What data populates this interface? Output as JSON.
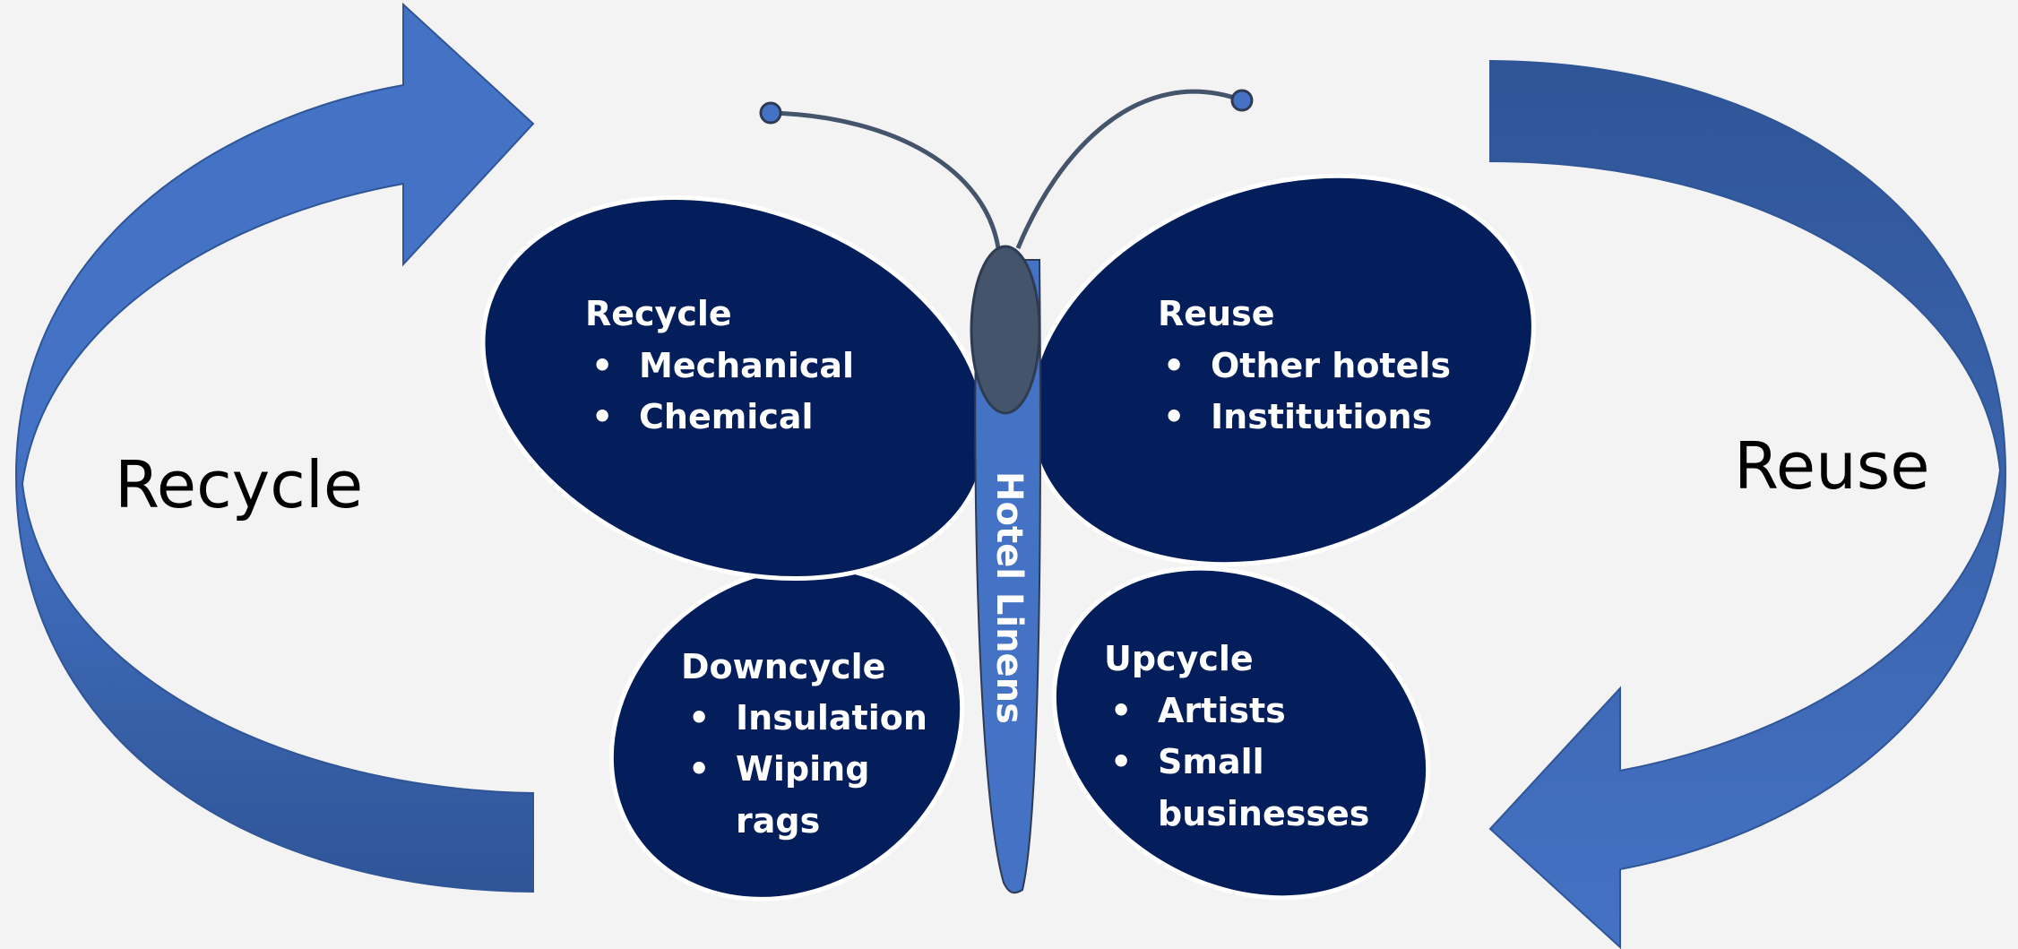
{
  "left_cycle_label": "Recycle",
  "right_cycle_label": "Reuse",
  "center_label": "Hotel Linens",
  "wings": {
    "top_left": {
      "title": "Recycle",
      "items": [
        "Mechanical",
        "Chemical"
      ]
    },
    "top_right": {
      "title": "Reuse",
      "items": [
        "Other hotels",
        "Institutions"
      ]
    },
    "bottom_left": {
      "title": "Downcycle",
      "items": [
        "Insulation",
        "Wiping",
        "rags"
      ]
    },
    "bottom_right": {
      "title": "Upcycle",
      "items": [
        "Artists",
        "Small",
        "businesses"
      ]
    }
  },
  "bullet": "•",
  "colors": {
    "wing": "#041e5b",
    "arrow_light": "#4472c4",
    "arrow_dark": "#2f5597",
    "body": "#4472c4",
    "head": "#44546a",
    "background": "#f3f3f3"
  }
}
